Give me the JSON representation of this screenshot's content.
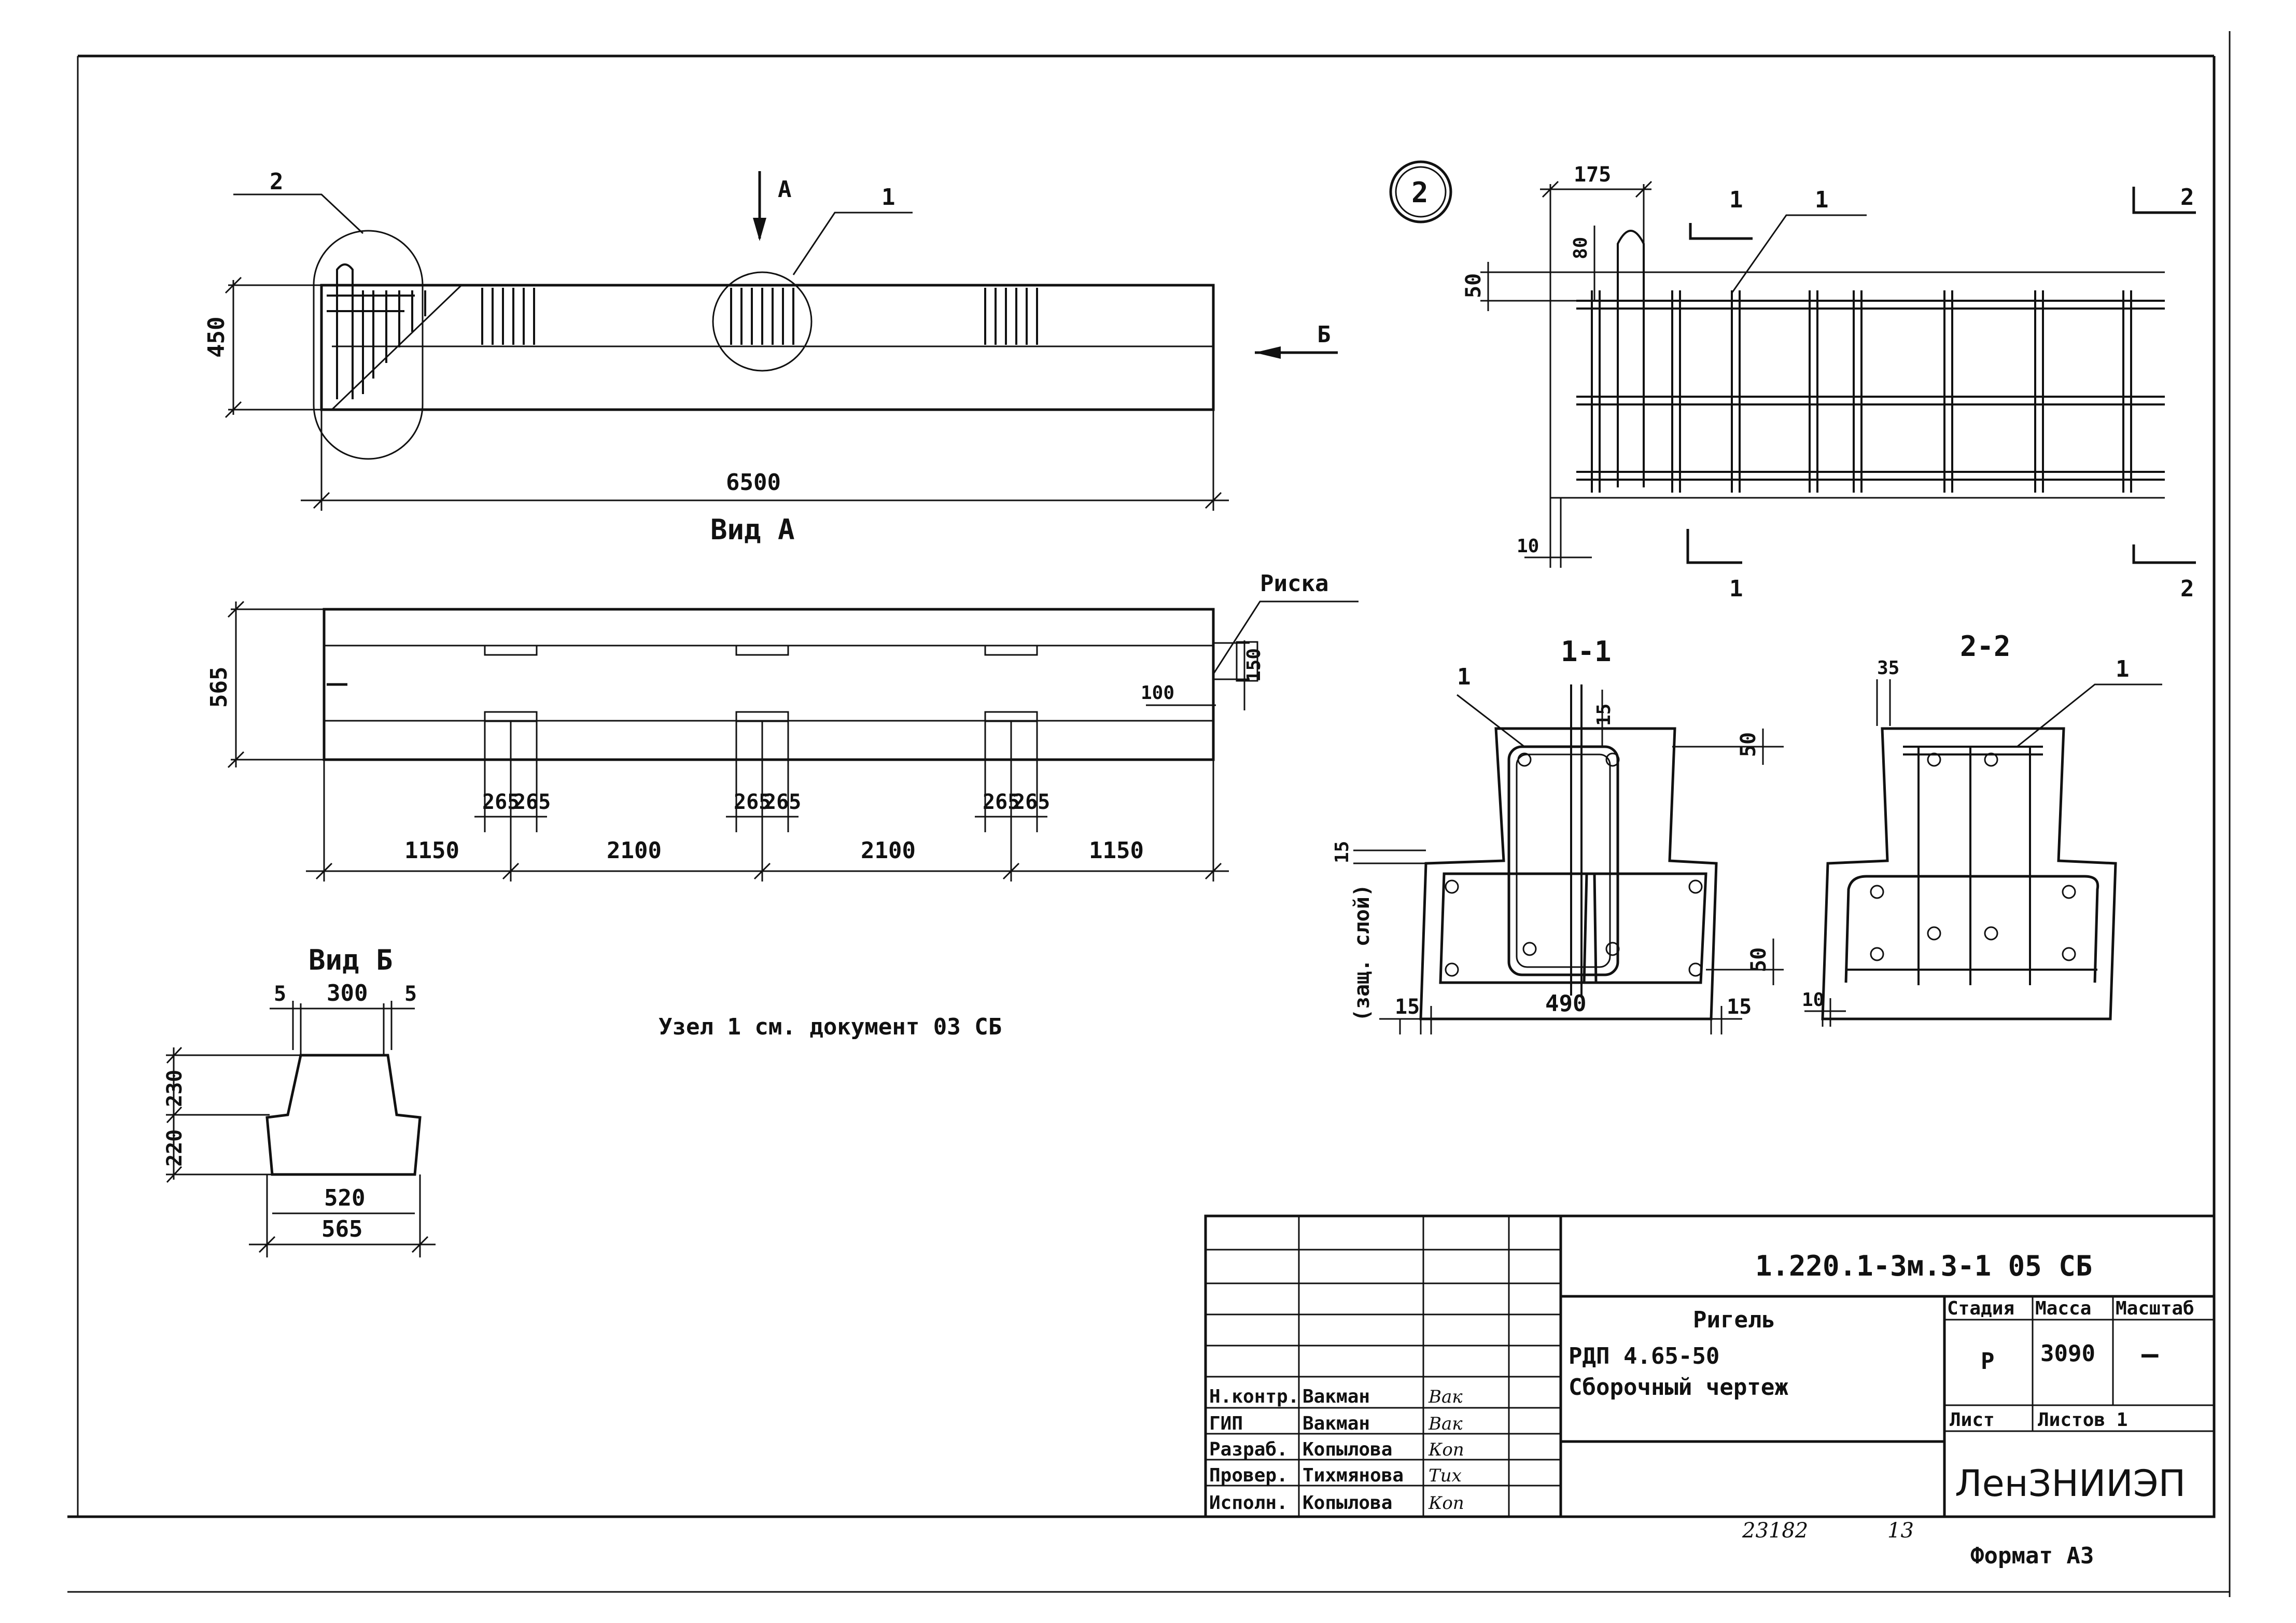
{
  "view_main": {
    "callout_1": "1",
    "callout_2": "2",
    "arrow_a": "А",
    "arrow_b": "Б",
    "dim_height": "450",
    "dim_length": "6500",
    "caption": "Вид А"
  },
  "view_a": {
    "riska_label": "Риска",
    "dim_height": "565",
    "dim_100": "100",
    "dim_150": "150",
    "dims_265": [
      "265",
      "265",
      "265",
      "265",
      "265",
      "265"
    ],
    "dims_bottom": [
      "1150",
      "2100",
      "2100",
      "1150"
    ]
  },
  "view_b": {
    "caption": "Вид Б",
    "dim_5_left": "5",
    "dim_300": "300",
    "dim_5_right": "5",
    "dim_230": "230",
    "dim_220": "220",
    "dim_520": "520",
    "dim_565": "565"
  },
  "note": "Узел 1 см. документ 03 СБ",
  "node_2": {
    "circle_label": "2",
    "dim_175": "175",
    "dim_80": "80",
    "dim_50": "50",
    "dim_10": "10",
    "callout": "1",
    "section_1_top": "1",
    "section_1_bottom": "1",
    "section_2_top": "2",
    "section_2_bottom": "2"
  },
  "section_1_1": {
    "title": "1-1",
    "callout": "1",
    "dim_15_top": "15",
    "dim_50_top": "50",
    "dim_15_left": "15",
    "side_label": "(защ. слой)",
    "dim_50_right": "50",
    "dim_15_bl": "15",
    "dim_490": "490",
    "dim_15_br": "15"
  },
  "section_2_2": {
    "title": "2-2",
    "dim_35": "35",
    "callout": "1",
    "dim_10": "10"
  },
  "title_block": {
    "doc_code": "1.220.1-3м.3-1  05 СБ",
    "product": "Ригель",
    "mark": "РДП 4.65-50",
    "drawing_type": "Сборочный чертеж",
    "stage_header": "Стадия",
    "mass_header": "Масса",
    "scale_header": "Масштаб",
    "stage_value": "Р",
    "mass_value": "3090",
    "scale_value": "—",
    "sheet_label": "Лист",
    "sheets_label": "Листов 1",
    "organization": "ЛенЗНИИЭП",
    "roles": [
      "Н.контр.",
      "ГИП",
      "Разраб.",
      "Провер.",
      "Исполн."
    ],
    "names": [
      "Вакман",
      "Вакман",
      "Копылова",
      "Тихмянова",
      "Копылова"
    ],
    "signatures": [
      "Вак",
      "Вак",
      "Коп",
      "Тих",
      "Коп"
    ],
    "inventory_no": "23182",
    "inventory_sheet": "13",
    "format": "Формат А3"
  }
}
